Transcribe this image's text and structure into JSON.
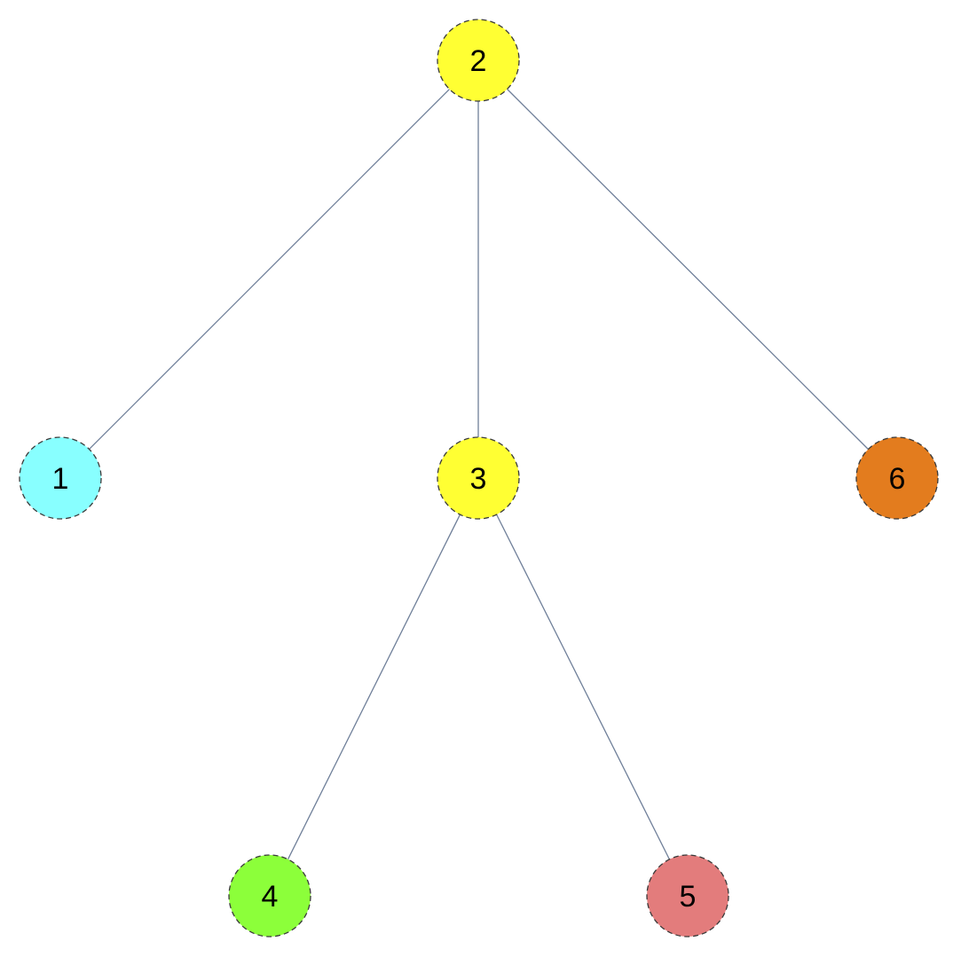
{
  "diagram": {
    "type": "tree",
    "nodes": [
      {
        "id": "2",
        "label": "2",
        "color": "#ffff33"
      },
      {
        "id": "1",
        "label": "1",
        "color": "#88ffff"
      },
      {
        "id": "3",
        "label": "3",
        "color": "#ffff33"
      },
      {
        "id": "6",
        "label": "6",
        "color": "#e37c1e"
      },
      {
        "id": "4",
        "label": "4",
        "color": "#8cff3a"
      },
      {
        "id": "5",
        "label": "5",
        "color": "#e37c7c"
      }
    ],
    "edges": [
      {
        "from": "2",
        "to": "1"
      },
      {
        "from": "2",
        "to": "3"
      },
      {
        "from": "2",
        "to": "6"
      },
      {
        "from": "3",
        "to": "4"
      },
      {
        "from": "3",
        "to": "5"
      }
    ]
  }
}
